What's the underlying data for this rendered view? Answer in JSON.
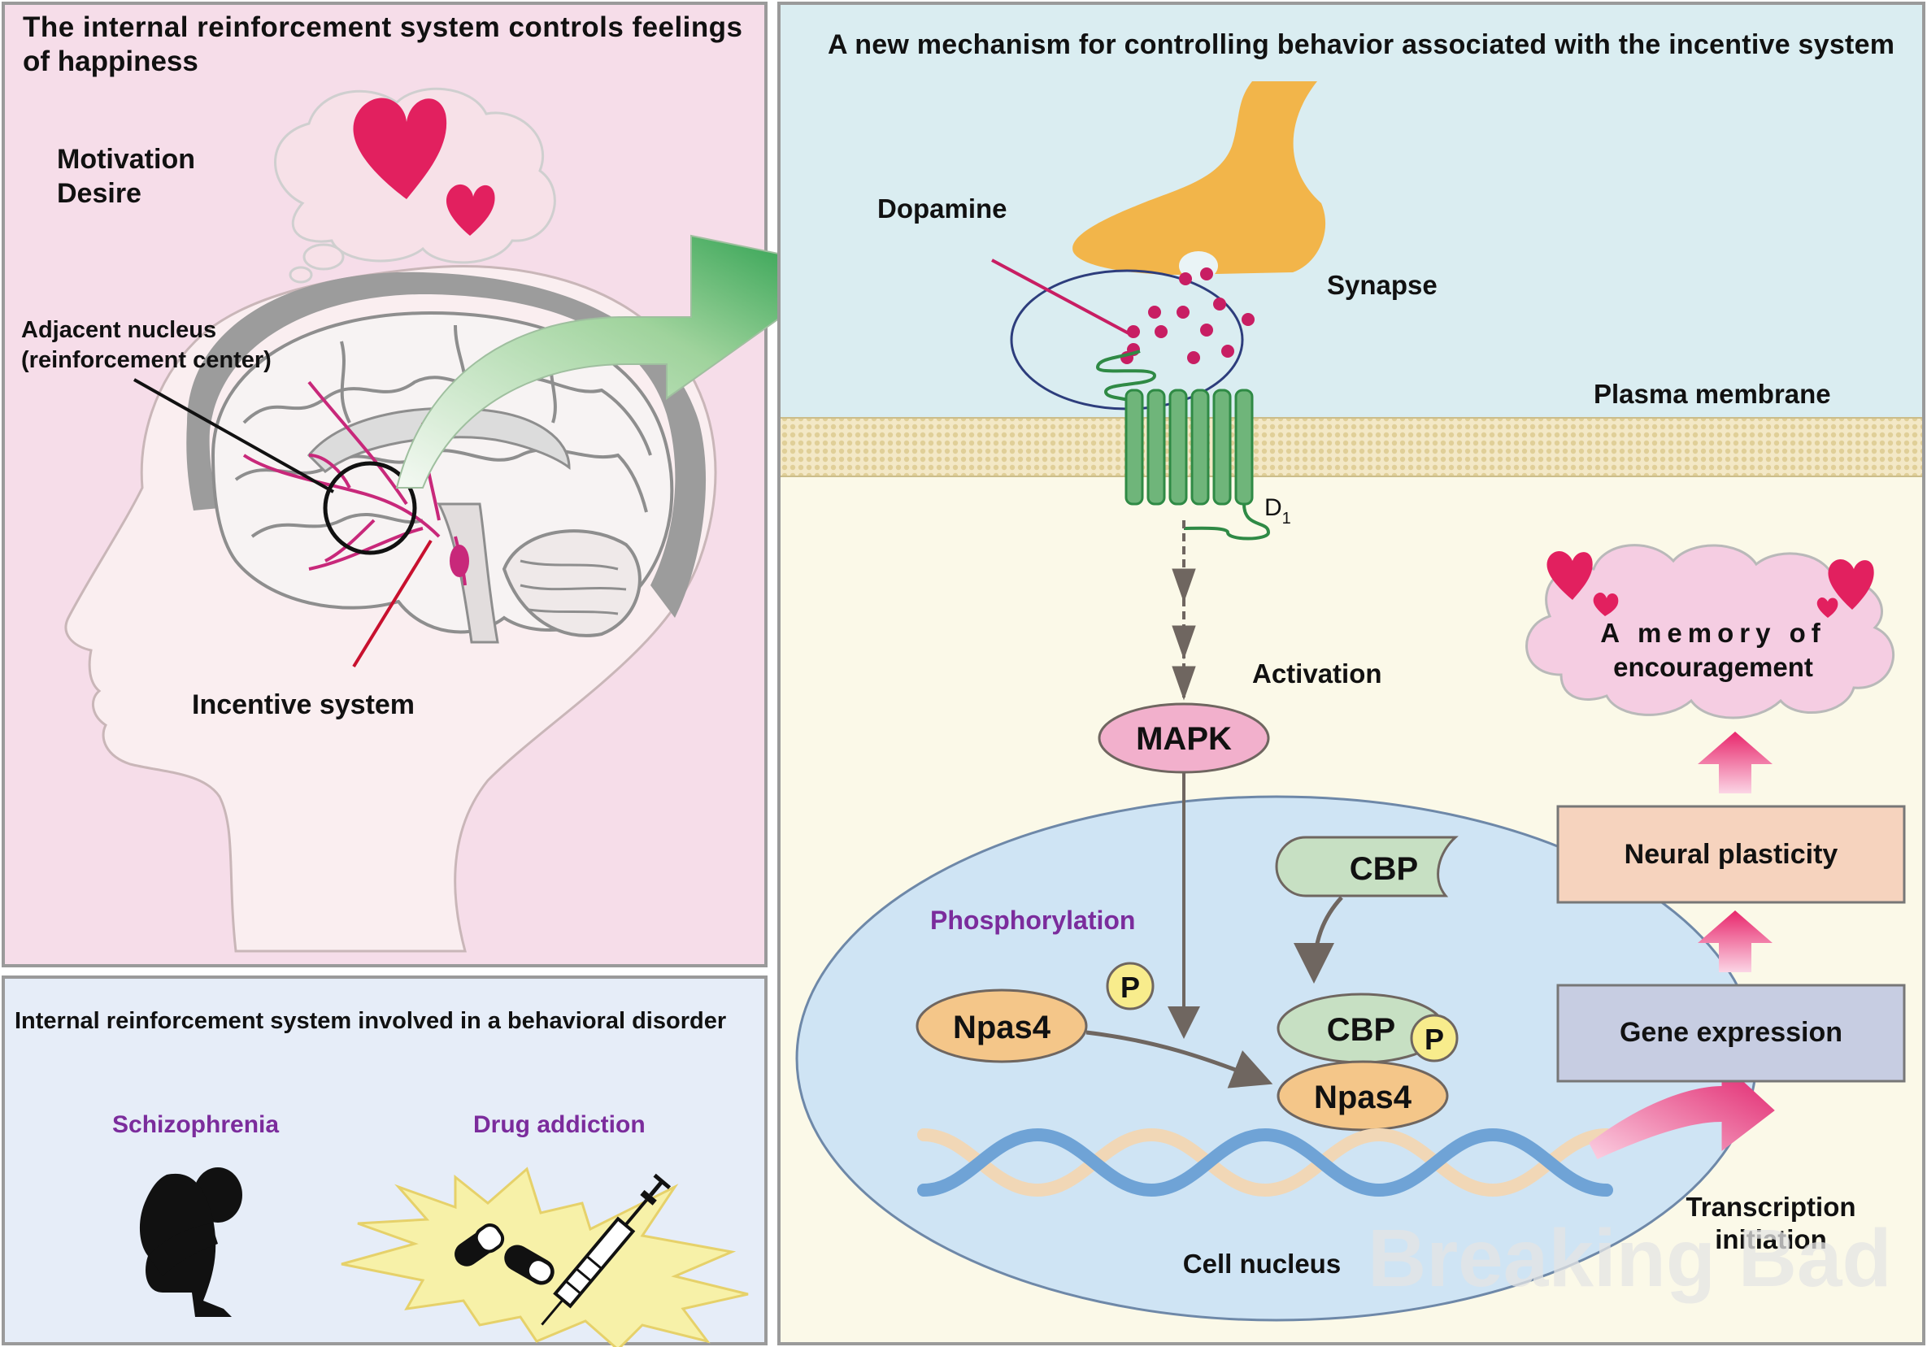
{
  "left_top_panel": {
    "title_line1": "The internal reinforcement system controls feelings",
    "title_line2": "of happiness",
    "motivation": "Motivation",
    "desire": "Desire",
    "adjacent_line1": "Adjacent nucleus",
    "adjacent_line2": "(reinforcement center)",
    "incentive": "Incentive system"
  },
  "left_bottom_panel": {
    "title": "Internal reinforcement system involved in a behavioral disorder",
    "schizophrenia": "Schizophrenia",
    "drug_addiction": "Drug addiction"
  },
  "right_panel": {
    "title": "A new mechanism for controlling behavior associated with the incentive system",
    "dopamine": "Dopamine",
    "synapse": "Synapse",
    "plasma_membrane": "Plasma membrane",
    "d1_main": "D",
    "d1_sub": "1",
    "activation": "Activation",
    "mapk": "MAPK",
    "phosphorylation": "Phosphorylation",
    "p_symbol": "P",
    "npas4": "Npas4",
    "cbp": "CBP",
    "cell_nucleus": "Cell nucleus",
    "memory_line1": "A memory of",
    "memory_line2": "encouragement",
    "neural_plasticity": "Neural plasticity",
    "gene_expression": "Gene expression",
    "transcription_line1": "Transcription",
    "transcription_line2": "initiation",
    "watermark": "Breaking Bad"
  },
  "colors": {
    "left_top_bg": "#f6dde9",
    "left_bottom_bg": "#e6edf8",
    "right_top_bg": "#daedf1",
    "right_bottom_bg": "#fbf9e8",
    "membrane": "#e9dcb4",
    "receptor_green": "#6fb57a",
    "axon_orange": "#f2b54a",
    "dopamine_dot": "#c81e63",
    "heart": "#e2205f",
    "mapk_pink": "#f2b0cc",
    "npas4_orange": "#f4c689",
    "cbp_green": "#c7e0c3",
    "p_yellow": "#f8ec8c",
    "nucleus_blue": "#cfe4f4",
    "neural_plasticity_box": "#f6d3be",
    "gene_expression_box": "#c7cde2",
    "purple_label": "#7b2c9c"
  }
}
